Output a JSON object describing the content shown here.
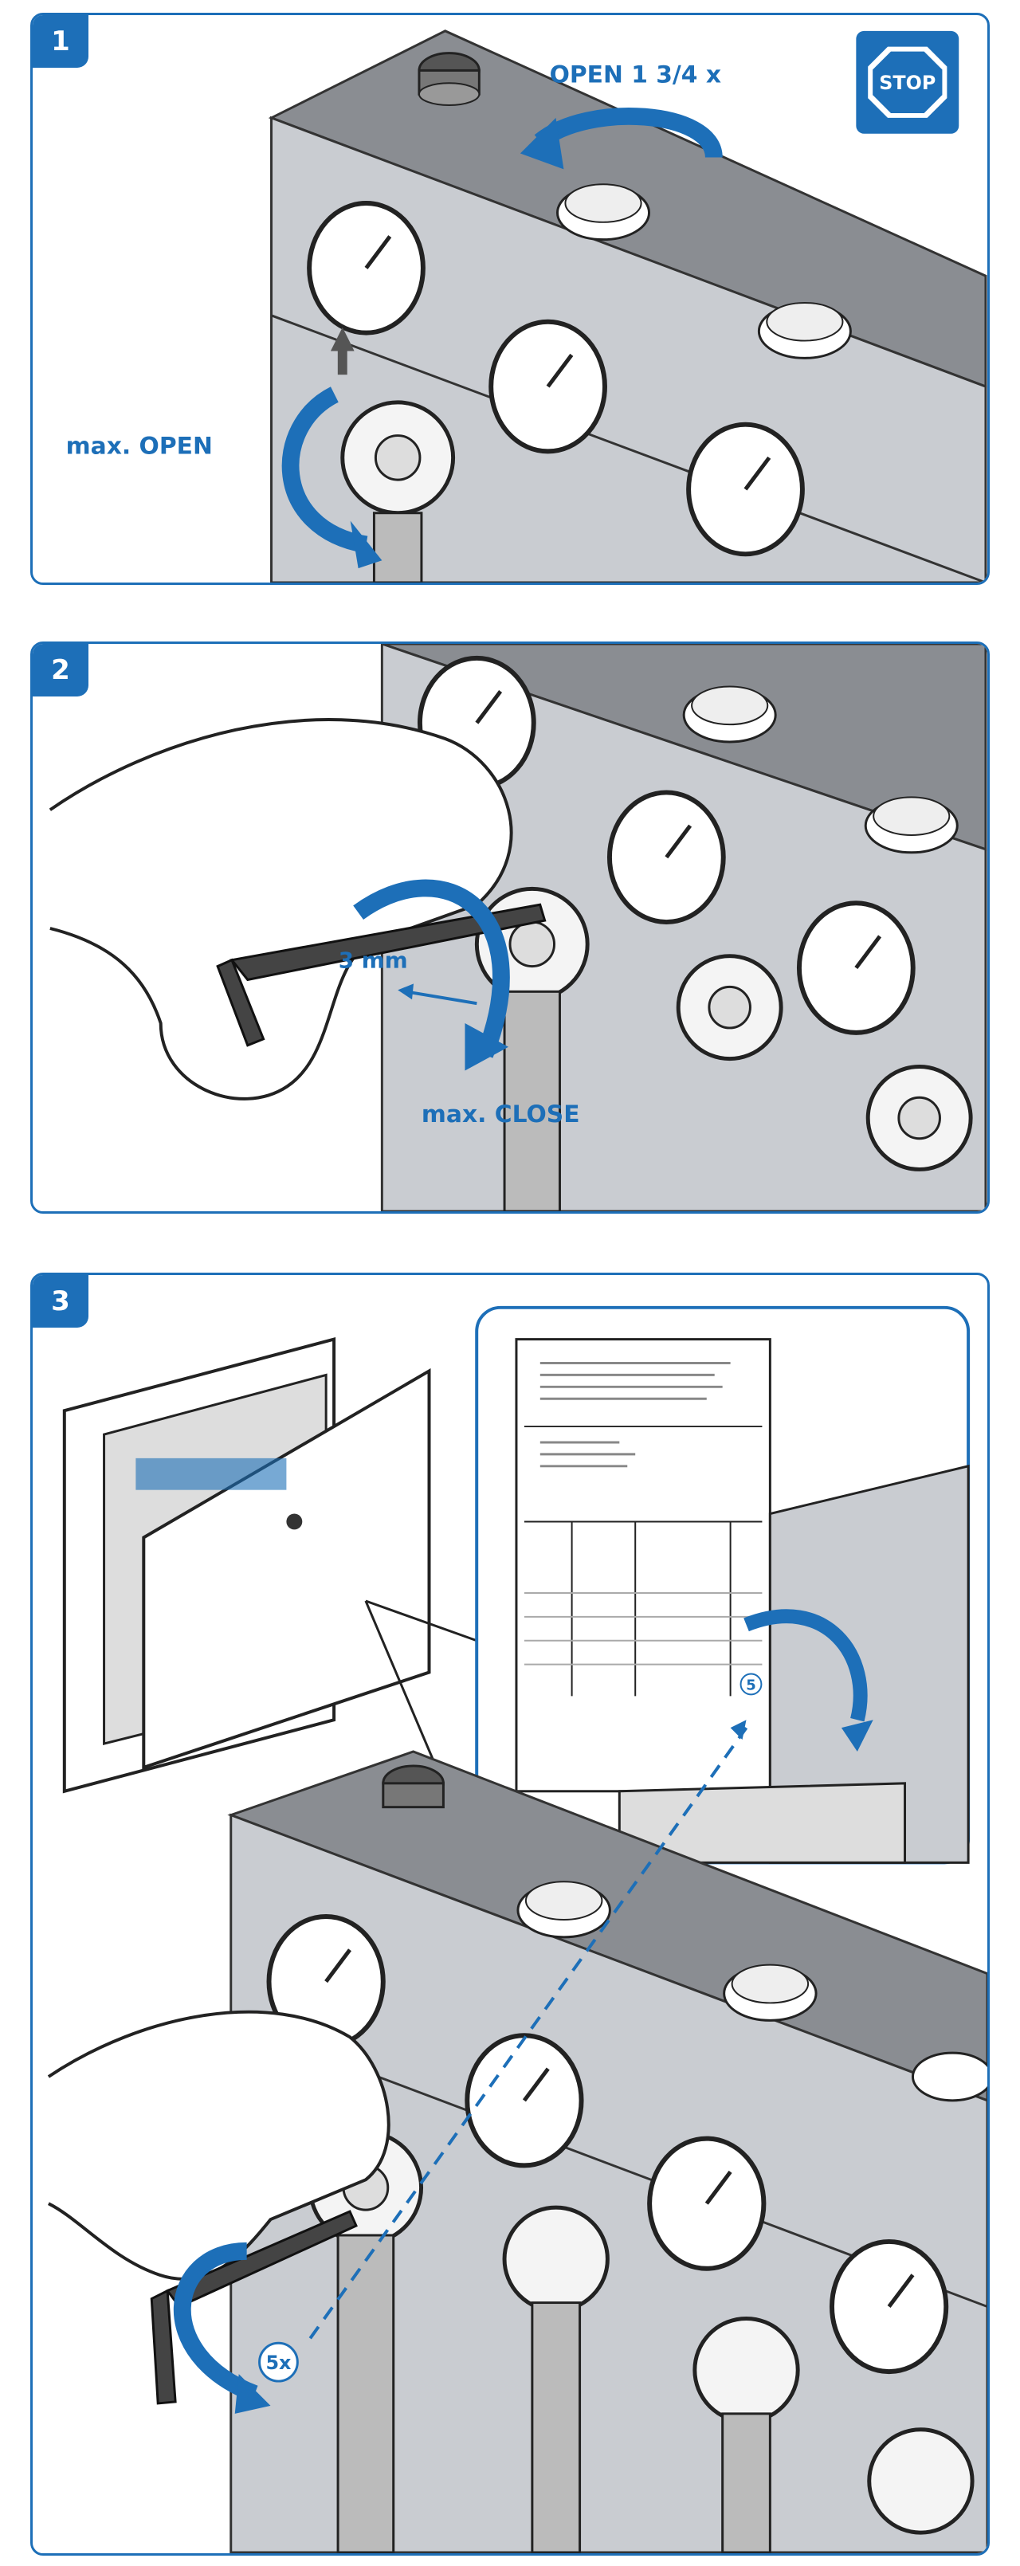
{
  "steps": [
    {
      "number": "1",
      "callouts": {
        "open_top": "OPEN 1 3/4 x",
        "open_left": "max. OPEN"
      },
      "stop_sign": {
        "text": "STOP",
        "color": "#1d6fb8"
      }
    },
    {
      "number": "2",
      "callouts": {
        "tool_size": "3 mm",
        "close": "max. CLOSE"
      }
    },
    {
      "number": "3",
      "callouts": {
        "setting_value": "5x",
        "sheet_marker": "5"
      }
    }
  ],
  "colors": {
    "accent": "#1d6fb8",
    "manifold_top": "#8a8d92",
    "manifold_front": "#c9ccd1",
    "arrow": "#1d6fb8"
  },
  "icons": [
    "stop-sign-icon",
    "rotate-arrow-icon",
    "hex-key-icon",
    "gauge-icon",
    "valve-cap-icon"
  ]
}
